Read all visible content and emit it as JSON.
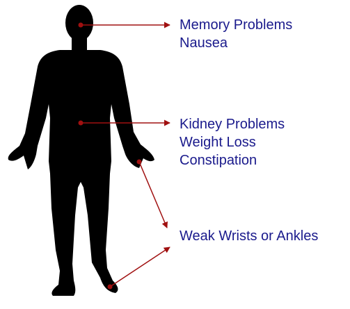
{
  "colors": {
    "silhouette": "#000000",
    "arrow": "#a01010",
    "text": "#1a1a8c",
    "background": "#ffffff"
  },
  "labels": {
    "head": [
      "Memory Problems",
      "Nausea"
    ],
    "torso": [
      "Kidney Problems",
      "Weight Loss",
      "Constipation"
    ],
    "limbs": [
      "Weak Wrists or Ankles"
    ]
  }
}
